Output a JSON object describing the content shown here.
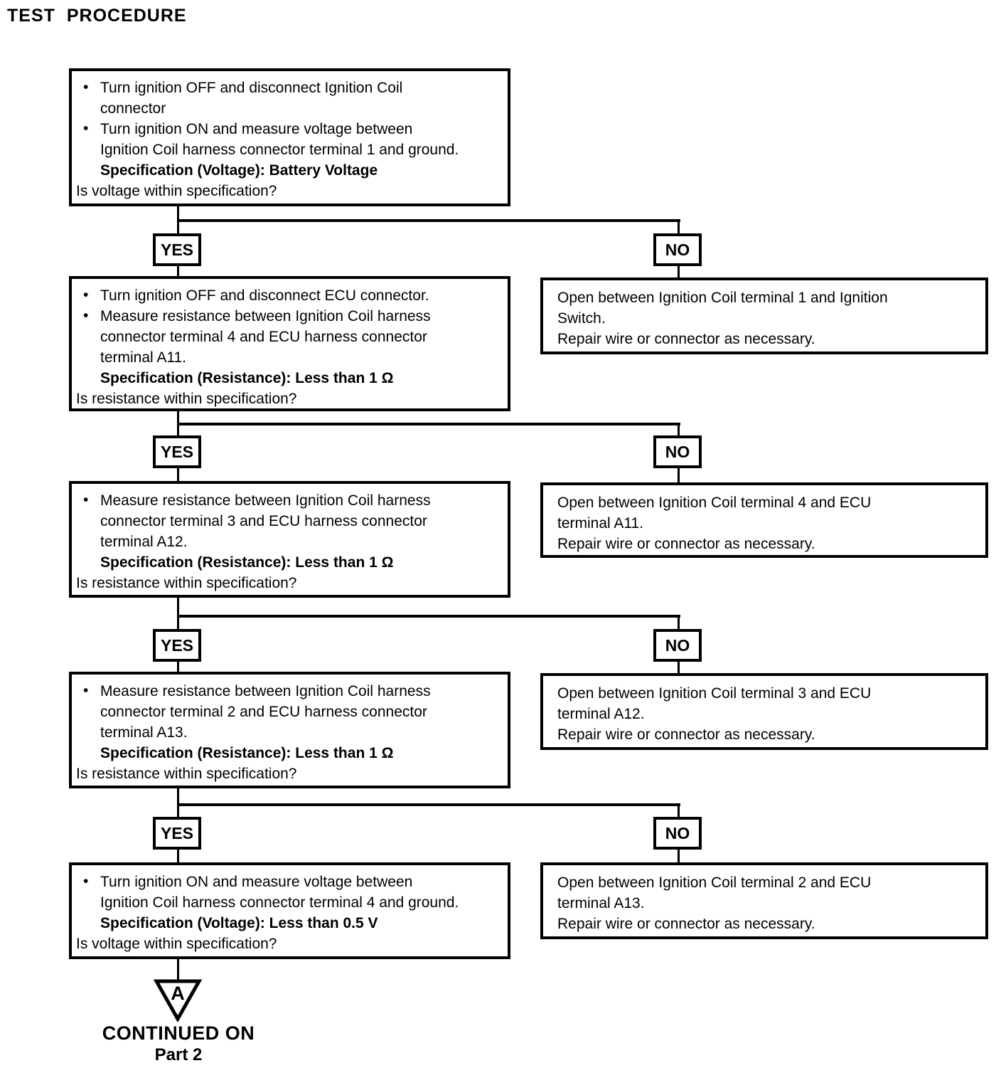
{
  "title": "TEST PROCEDURE",
  "glyphs": {
    "bullet": "•"
  },
  "labels": {
    "yes": "YES",
    "no": "NO"
  },
  "connector": {
    "label": "A"
  },
  "footer": {
    "continued": "CONTINUED ON",
    "part": "Part 2"
  },
  "steps": [
    {
      "box_lines": [
        {
          "kind": "bullet",
          "text": "Turn ignition OFF and disconnect Ignition Coil"
        },
        {
          "kind": "cont",
          "text": "connector"
        },
        {
          "kind": "bullet",
          "text": "Turn ignition ON and measure voltage between"
        },
        {
          "kind": "cont",
          "text": "Ignition Coil harness connector terminal 1 and ground."
        },
        {
          "kind": "spec",
          "text": "Specification (Voltage): Battery Voltage"
        },
        {
          "kind": "question",
          "text": "Is voltage within specification?"
        }
      ],
      "fail_lines": [
        "Open between Ignition Coil terminal 1 and Ignition",
        "Switch.",
        "Repair wire or connector as necessary."
      ]
    },
    {
      "box_lines": [
        {
          "kind": "bullet",
          "text": "Turn ignition OFF and disconnect ECU connector."
        },
        {
          "kind": "bullet",
          "text": "Measure resistance between Ignition Coil harness"
        },
        {
          "kind": "cont",
          "text": "connector terminal 4 and ECU harness connector"
        },
        {
          "kind": "cont",
          "text": "terminal A11."
        },
        {
          "kind": "spec",
          "text": "Specification (Resistance): Less than 1 Ω"
        },
        {
          "kind": "question",
          "text": "Is resistance within specification?"
        }
      ],
      "fail_lines": [
        "Open between Ignition Coil terminal 4 and ECU",
        "terminal A11.",
        "Repair wire or connector as necessary."
      ]
    },
    {
      "box_lines": [
        {
          "kind": "bullet",
          "text": "Measure resistance between Ignition Coil harness"
        },
        {
          "kind": "cont",
          "text": "connector terminal 3 and ECU harness connector"
        },
        {
          "kind": "cont",
          "text": "terminal A12."
        },
        {
          "kind": "spec",
          "text": "Specification (Resistance): Less than 1 Ω"
        },
        {
          "kind": "question",
          "text": "Is resistance within specification?"
        }
      ],
      "fail_lines": [
        "Open between Ignition Coil terminal 3 and ECU",
        "terminal A12.",
        "Repair wire or connector as necessary."
      ]
    },
    {
      "box_lines": [
        {
          "kind": "bullet",
          "text": "Measure resistance between Ignition Coil harness"
        },
        {
          "kind": "cont",
          "text": "connector terminal 2 and ECU harness connector"
        },
        {
          "kind": "cont",
          "text": "terminal A13."
        },
        {
          "kind": "spec",
          "text": "Specification (Resistance): Less than 1 Ω"
        },
        {
          "kind": "question",
          "text": "Is resistance within specification?"
        }
      ],
      "fail_lines": [
        "Open between Ignition Coil terminal 2 and ECU",
        "terminal A13.",
        "Repair wire or connector as necessary."
      ]
    },
    {
      "box_lines": [
        {
          "kind": "bullet",
          "text": "Turn ignition ON and measure voltage between"
        },
        {
          "kind": "cont",
          "text": "Ignition Coil harness connector terminal 4 and ground."
        },
        {
          "kind": "spec",
          "text": "Specification (Voltage): Less than 0.5 V"
        },
        {
          "kind": "question",
          "text": "Is voltage within specification?"
        }
      ]
    }
  ]
}
